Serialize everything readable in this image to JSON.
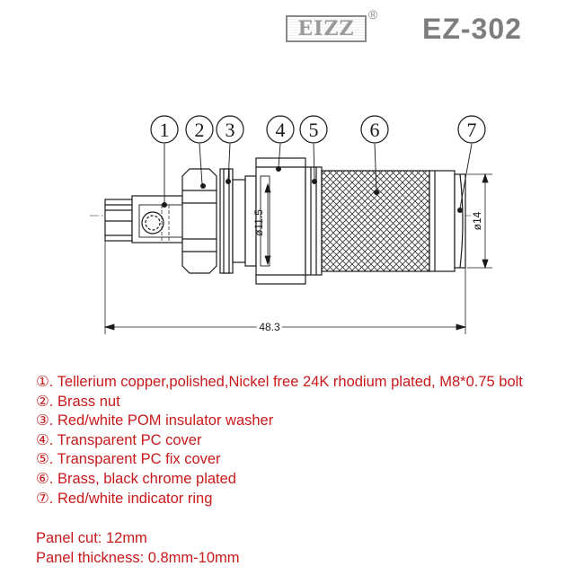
{
  "header": {
    "brand": "EIZZ",
    "registered": "®",
    "model": "EZ-302"
  },
  "callouts": [
    "1",
    "2",
    "3",
    "4",
    "5",
    "6",
    "7"
  ],
  "dimensions": {
    "length": "48.3",
    "inner_diameter": "ø11.5",
    "outer_diameter": "ø14"
  },
  "parts": [
    {
      "num": "①",
      "text": ". Tellerium copper,polished,Nickel free 24K rhodium plated, M8*0.75 bolt"
    },
    {
      "num": "②",
      "text": ". Brass nut"
    },
    {
      "num": "③",
      "text": ". Red/white POM insulator washer"
    },
    {
      "num": "④",
      "text": ". Transparent PC cover"
    },
    {
      "num": "⑤",
      "text": ". Transparent PC fix cover"
    },
    {
      "num": "⑥",
      "text": ". Brass, black chrome plated"
    },
    {
      "num": "⑦",
      "text": ". Red/white indicator ring"
    }
  ],
  "panel": {
    "cut": "Panel cut: 12mm",
    "thickness": "Panel thickness: 0.8mm-10mm"
  },
  "colors": {
    "text_red": "#c8191b",
    "drawing_black": "#1a1a1a",
    "logo_gray": "#9a9a9a"
  }
}
